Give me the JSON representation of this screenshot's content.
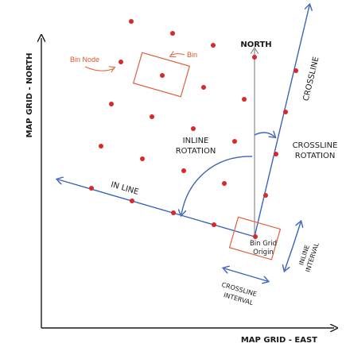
{
  "axes": {
    "y_label": "MAP GRID - NORTH",
    "x_label": "MAP GRID - EAST"
  },
  "labels": {
    "north": "NORTH",
    "crossline": "CROSSLINE",
    "inline": "IN LINE",
    "inline_rotation_1": "INLINE",
    "inline_rotation_2": "ROTATION",
    "crossline_rotation_1": "CROSSLINE",
    "crossline_rotation_2": "ROTATION",
    "bin_node": "Bin Node",
    "bin": "Bin",
    "bin_grid_origin_1": "Bin Grid",
    "bin_grid_origin_2": "Origin",
    "inline_interval_1": "INLINE",
    "inline_interval_2": "INTERVAL",
    "crossline_interval_1": "CROSSLINE",
    "crossline_interval_2": "INTERVAL"
  },
  "colors": {
    "axis": "#1a1a1a",
    "grid_line": "#3b63b8",
    "node": "#d8282a",
    "bin_box": "#e0603a",
    "north_line": "#8a8a8a"
  }
}
